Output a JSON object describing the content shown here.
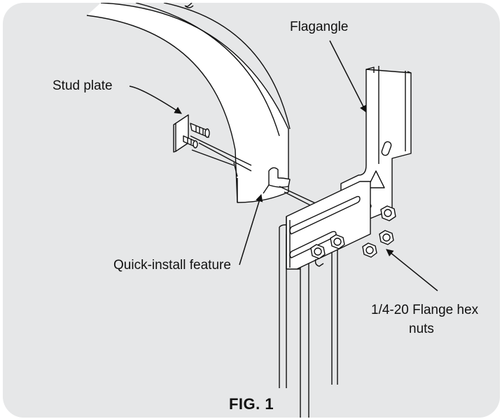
{
  "labels": {
    "flagangle": "Flagangle",
    "stud_plate": "Stud plate",
    "quick_install": "Quick-install feature",
    "nuts_line1": "1/4-20 Flange hex",
    "nuts_line2": "nuts"
  },
  "caption": "FIG. 1",
  "colors": {
    "panel_background": "#e6e7e8",
    "part_fill": "#ffffff",
    "line": "#111111"
  }
}
